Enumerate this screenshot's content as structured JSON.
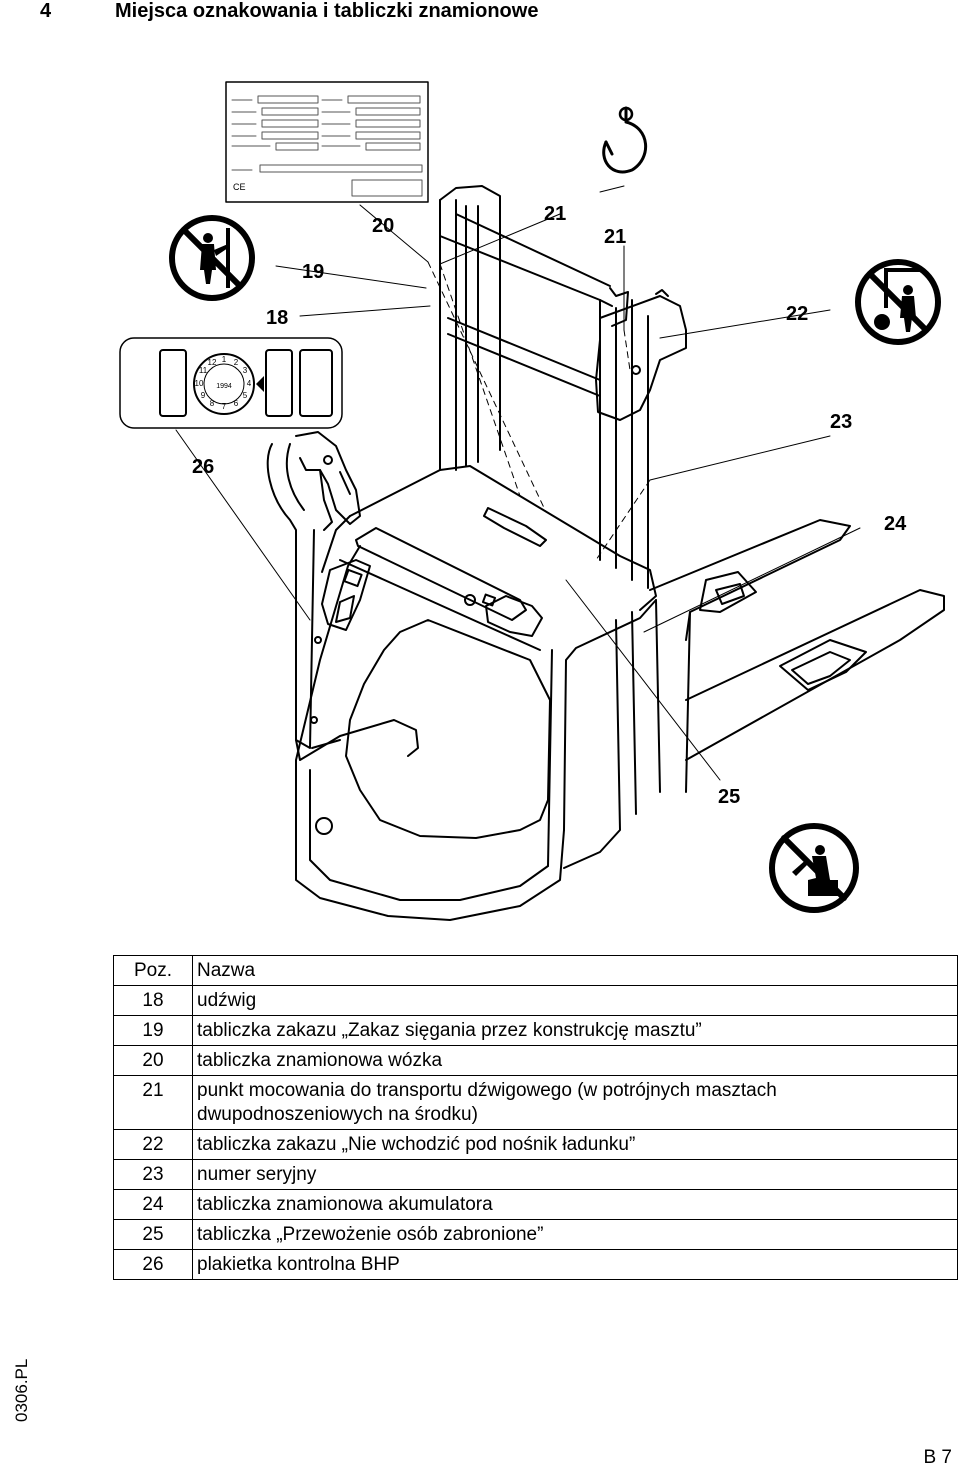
{
  "header": {
    "section_number": "4",
    "section_title": "Miejsca oznakowania i tabliczki znamionowe"
  },
  "figure": {
    "callouts": [
      "18",
      "19",
      "20",
      "21",
      "21",
      "22",
      "23",
      "24",
      "25",
      "26"
    ],
    "icons": [
      "nameplate",
      "hook-icon",
      "no-reach-through-mast-sign",
      "no-step-on-fork-sign",
      "no-passengers-sign",
      "safety-inspection-badge"
    ],
    "inspection_badge_numbers": [
      "1",
      "2",
      "3",
      "4",
      "5",
      "6",
      "7",
      "8",
      "9",
      "10",
      "11",
      "12"
    ],
    "inspection_badge_year": "1994"
  },
  "table": {
    "headers": {
      "pos": "Poz.",
      "name": "Nazwa"
    },
    "rows": [
      {
        "pos": "18",
        "name": "udźwig"
      },
      {
        "pos": "19",
        "name": "tabliczka zakazu „Zakaz sięgania przez konstrukcję masztu”"
      },
      {
        "pos": "20",
        "name": "tabliczka znamionowa wózka"
      },
      {
        "pos": "21",
        "name": "punkt mocowania do transportu dźwigowego (w potrójnych masztach dwupodnoszeniowych na środku)"
      },
      {
        "pos": "22",
        "name": "tabliczka zakazu „Nie wchodzić pod nośnik ładunku”"
      },
      {
        "pos": "23",
        "name": "numer seryjny"
      },
      {
        "pos": "24",
        "name": "tabliczka znamionowa akumulatora"
      },
      {
        "pos": "25",
        "name": "tabliczka „Przewożenie osób zabronione”"
      },
      {
        "pos": "26",
        "name": "plakietka kontrolna BHP"
      }
    ]
  },
  "footer": {
    "doc_code": "0306.PL",
    "page_number": "B 7"
  }
}
